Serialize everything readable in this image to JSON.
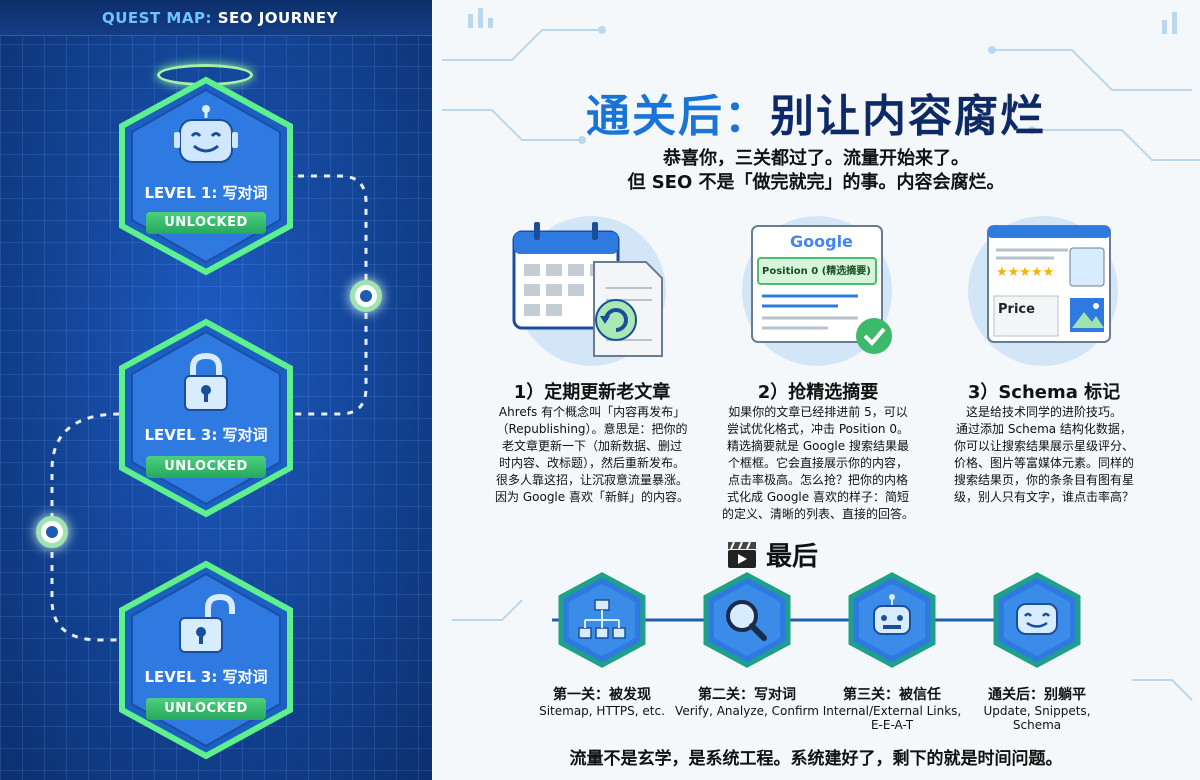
{
  "left_panel": {
    "header_prefix": "QUEST MAP:",
    "header_suffix": "SEO JOURNEY",
    "levels": [
      {
        "label": "LEVEL 1: 写对词",
        "status": "UNLOCKED",
        "icon": "robot-icon"
      },
      {
        "label": "LEVEL 3: 写对词",
        "status": "UNLOCKED",
        "icon": "lock-icon"
      },
      {
        "label": "LEVEL 3: 写对词",
        "status": "UNLOCKED",
        "icon": "unlock-icon"
      }
    ]
  },
  "main": {
    "title_part1": "通关后：",
    "title_part2": "别让内容腐烂",
    "subtitle_line1": "恭喜你，三关都过了。流量开始来了。",
    "subtitle_line2": "但 SEO 不是「做完就完」的事。内容会腐烂。",
    "tips": [
      {
        "title": "1）定期更新老文章",
        "lines": [
          "Ahrefs 有个概念叫「内容再发布」",
          "（Republishing）。意思是：把你的",
          "老文章更新一下（加新数据、删过",
          "时内容、改标题），然后重新发布。",
          "很多人靠这招，让沉寂意流量暴涨。",
          "因为 Google 喜欢「新鲜」的内容。"
        ],
        "icon": "calendar-refresh-icon"
      },
      {
        "title": "2）抢精选摘要",
        "lines": [
          "如果你的文章已经排进前 5，可以",
          "尝试优化格式，冲击 Position 0。",
          "精选摘要就是 Google 搜索结果最",
          "个框框。它会直接展示你的内容，",
          "点击率极高。怎么抢？把你的内格",
          "式化成 Google 喜欢的样子：简短",
          "的定义、清晰的列表、直接的回答。"
        ],
        "icon": "google-snippet-icon",
        "illustration_google": "Google",
        "illustration_position": "Position 0 (精选摘要)"
      },
      {
        "title": "3）Schema 标记",
        "lines": [
          "这是给技术同学的进阶技巧。",
          "通过添加 Schema 结构化数据，",
          "你可以让搜索结果展示星级评分、",
          "价格、图片等富媒体元素。同样的",
          "搜索结果页，你的条条目有图有星",
          "级，别人只有文字，谁点击率高？"
        ],
        "icon": "rich-result-icon",
        "illustration_price": "Price"
      }
    ],
    "final_heading": "最后",
    "stages": [
      {
        "name": "第一关：被发现",
        "desc": "Sitemap, HTTPS, etc.",
        "icon": "sitemap-icon"
      },
      {
        "name": "第二关：写对词",
        "desc": "Verify, Analyze, Confirm",
        "icon": "magnifier-icon"
      },
      {
        "name": "第三关：被信任",
        "desc": "Internal/External Links, E-E-A-T",
        "icon": "robot-icon"
      },
      {
        "name": "通关后：别躺平",
        "desc": "Update, Snippets, Schema",
        "icon": "robot-smile-icon"
      }
    ],
    "footer": "流量不是玄学，是系统工程。系统建好了，剩下的就是时间问题。"
  },
  "colors": {
    "left_bg": "#12418f",
    "badge_green": "#4bd07f",
    "title_blue": "#1a73d6",
    "title_navy": "#0e2a66",
    "illus_circle": "#d3e6f7"
  }
}
